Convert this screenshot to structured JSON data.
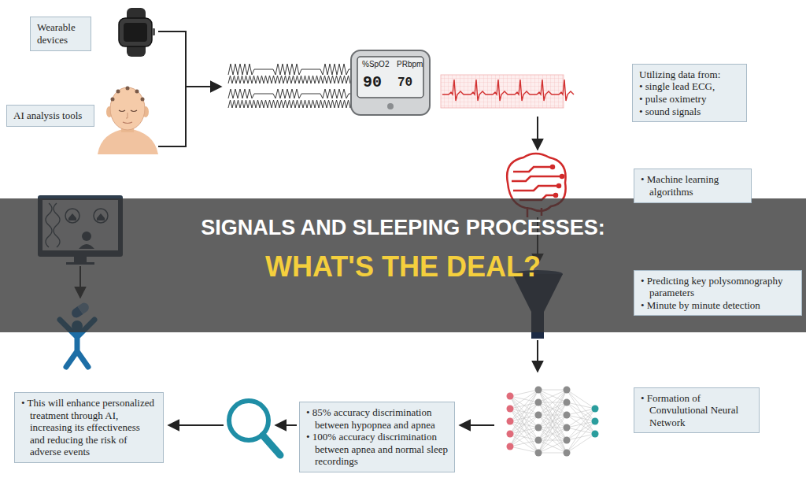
{
  "diagram": {
    "title": "SIGNALS AND SLEEPING PROCESSES:",
    "caption": "WHAT'S THE DEAL?",
    "nodes": [
      {
        "text": [
          "Wearable devices"
        ]
      },
      {
        "text": [
          "AI analysis tools"
        ]
      },
      {
        "text": [
          "Utilizing data from:",
          "• single lead ECG,",
          "• pulse oximetry",
          "• sound signals"
        ]
      },
      {
        "text": [
          "• Machine learning algorithms"
        ]
      },
      {
        "text": [
          "• Predicting key polysomnography parameters",
          "• Minute by minute detection"
        ]
      },
      {
        "text": [
          "• Formation of Convulutional Neural Network"
        ]
      },
      {
        "text": [
          "• 85% accuracy discrimination between hypopnea and apnea",
          "• 100% accuracy discrimination between apnea and normal sleep recordings"
        ]
      },
      {
        "text": [
          "• This will enhance personalized treatment through AI, increasing its effectiveness and reducing the risk of adverse events"
        ]
      }
    ],
    "labels": [
      "%SpO2",
      "PRbpm",
      "90",
      "70"
    ]
  }
}
